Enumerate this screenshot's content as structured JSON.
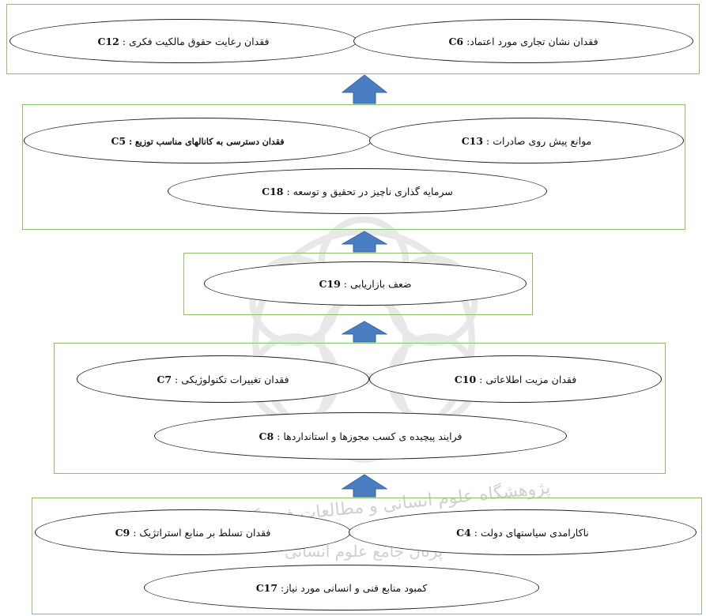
{
  "colors": {
    "box_border": "#8cc068",
    "arrow_fill": "#4a7ec2",
    "arrow_stroke": "#3a62a0",
    "oval_border": "#222222"
  },
  "watermark": {
    "line1": "پژوهشگاه علوم انسانی و مطالعات فرهنگی",
    "line2": "پرتال جامع علوم انسانی"
  },
  "levels": [
    {
      "nodes": [
        {
          "code": "C12",
          "label": " : فقدان رعایت حقوق مالکیت فکری"
        },
        {
          "code": "C6",
          "label": " :فقدان نشان تجاری مورد اعتماد"
        }
      ]
    },
    {
      "nodes": [
        {
          "code": "C5",
          "label": " : فقدان دسترسی به کانالهای مناسب توزیع"
        },
        {
          "code": "C13",
          "label": " : موانع پیش روی صادرات"
        },
        {
          "code": "C18",
          "label": " : سرمایه گذاری ناچیز در تحقیق و توسعه"
        }
      ]
    },
    {
      "nodes": [
        {
          "code": "C19",
          "label": " : ضعف بازاریابی"
        }
      ]
    },
    {
      "nodes": [
        {
          "code": "C7",
          "label": " : فقدان تغییرات تکنولوژیکی"
        },
        {
          "code": "C10",
          "label": " : فقدان مزیت اطلاعاتی"
        },
        {
          "code": "C8",
          "label": " : فرایند پیچیده ی کسب مجوزها و استانداردها"
        }
      ]
    },
    {
      "nodes": [
        {
          "code": "C9",
          "label": " : فقدان تسلط بر منابع استراتژیک"
        },
        {
          "code": "C4",
          "label": " : ناکارامدی سیاستهای دولت"
        },
        {
          "code": "C17",
          "label": " :کمبود منابع فنی و انسانی مورد نیاز"
        }
      ]
    }
  ]
}
